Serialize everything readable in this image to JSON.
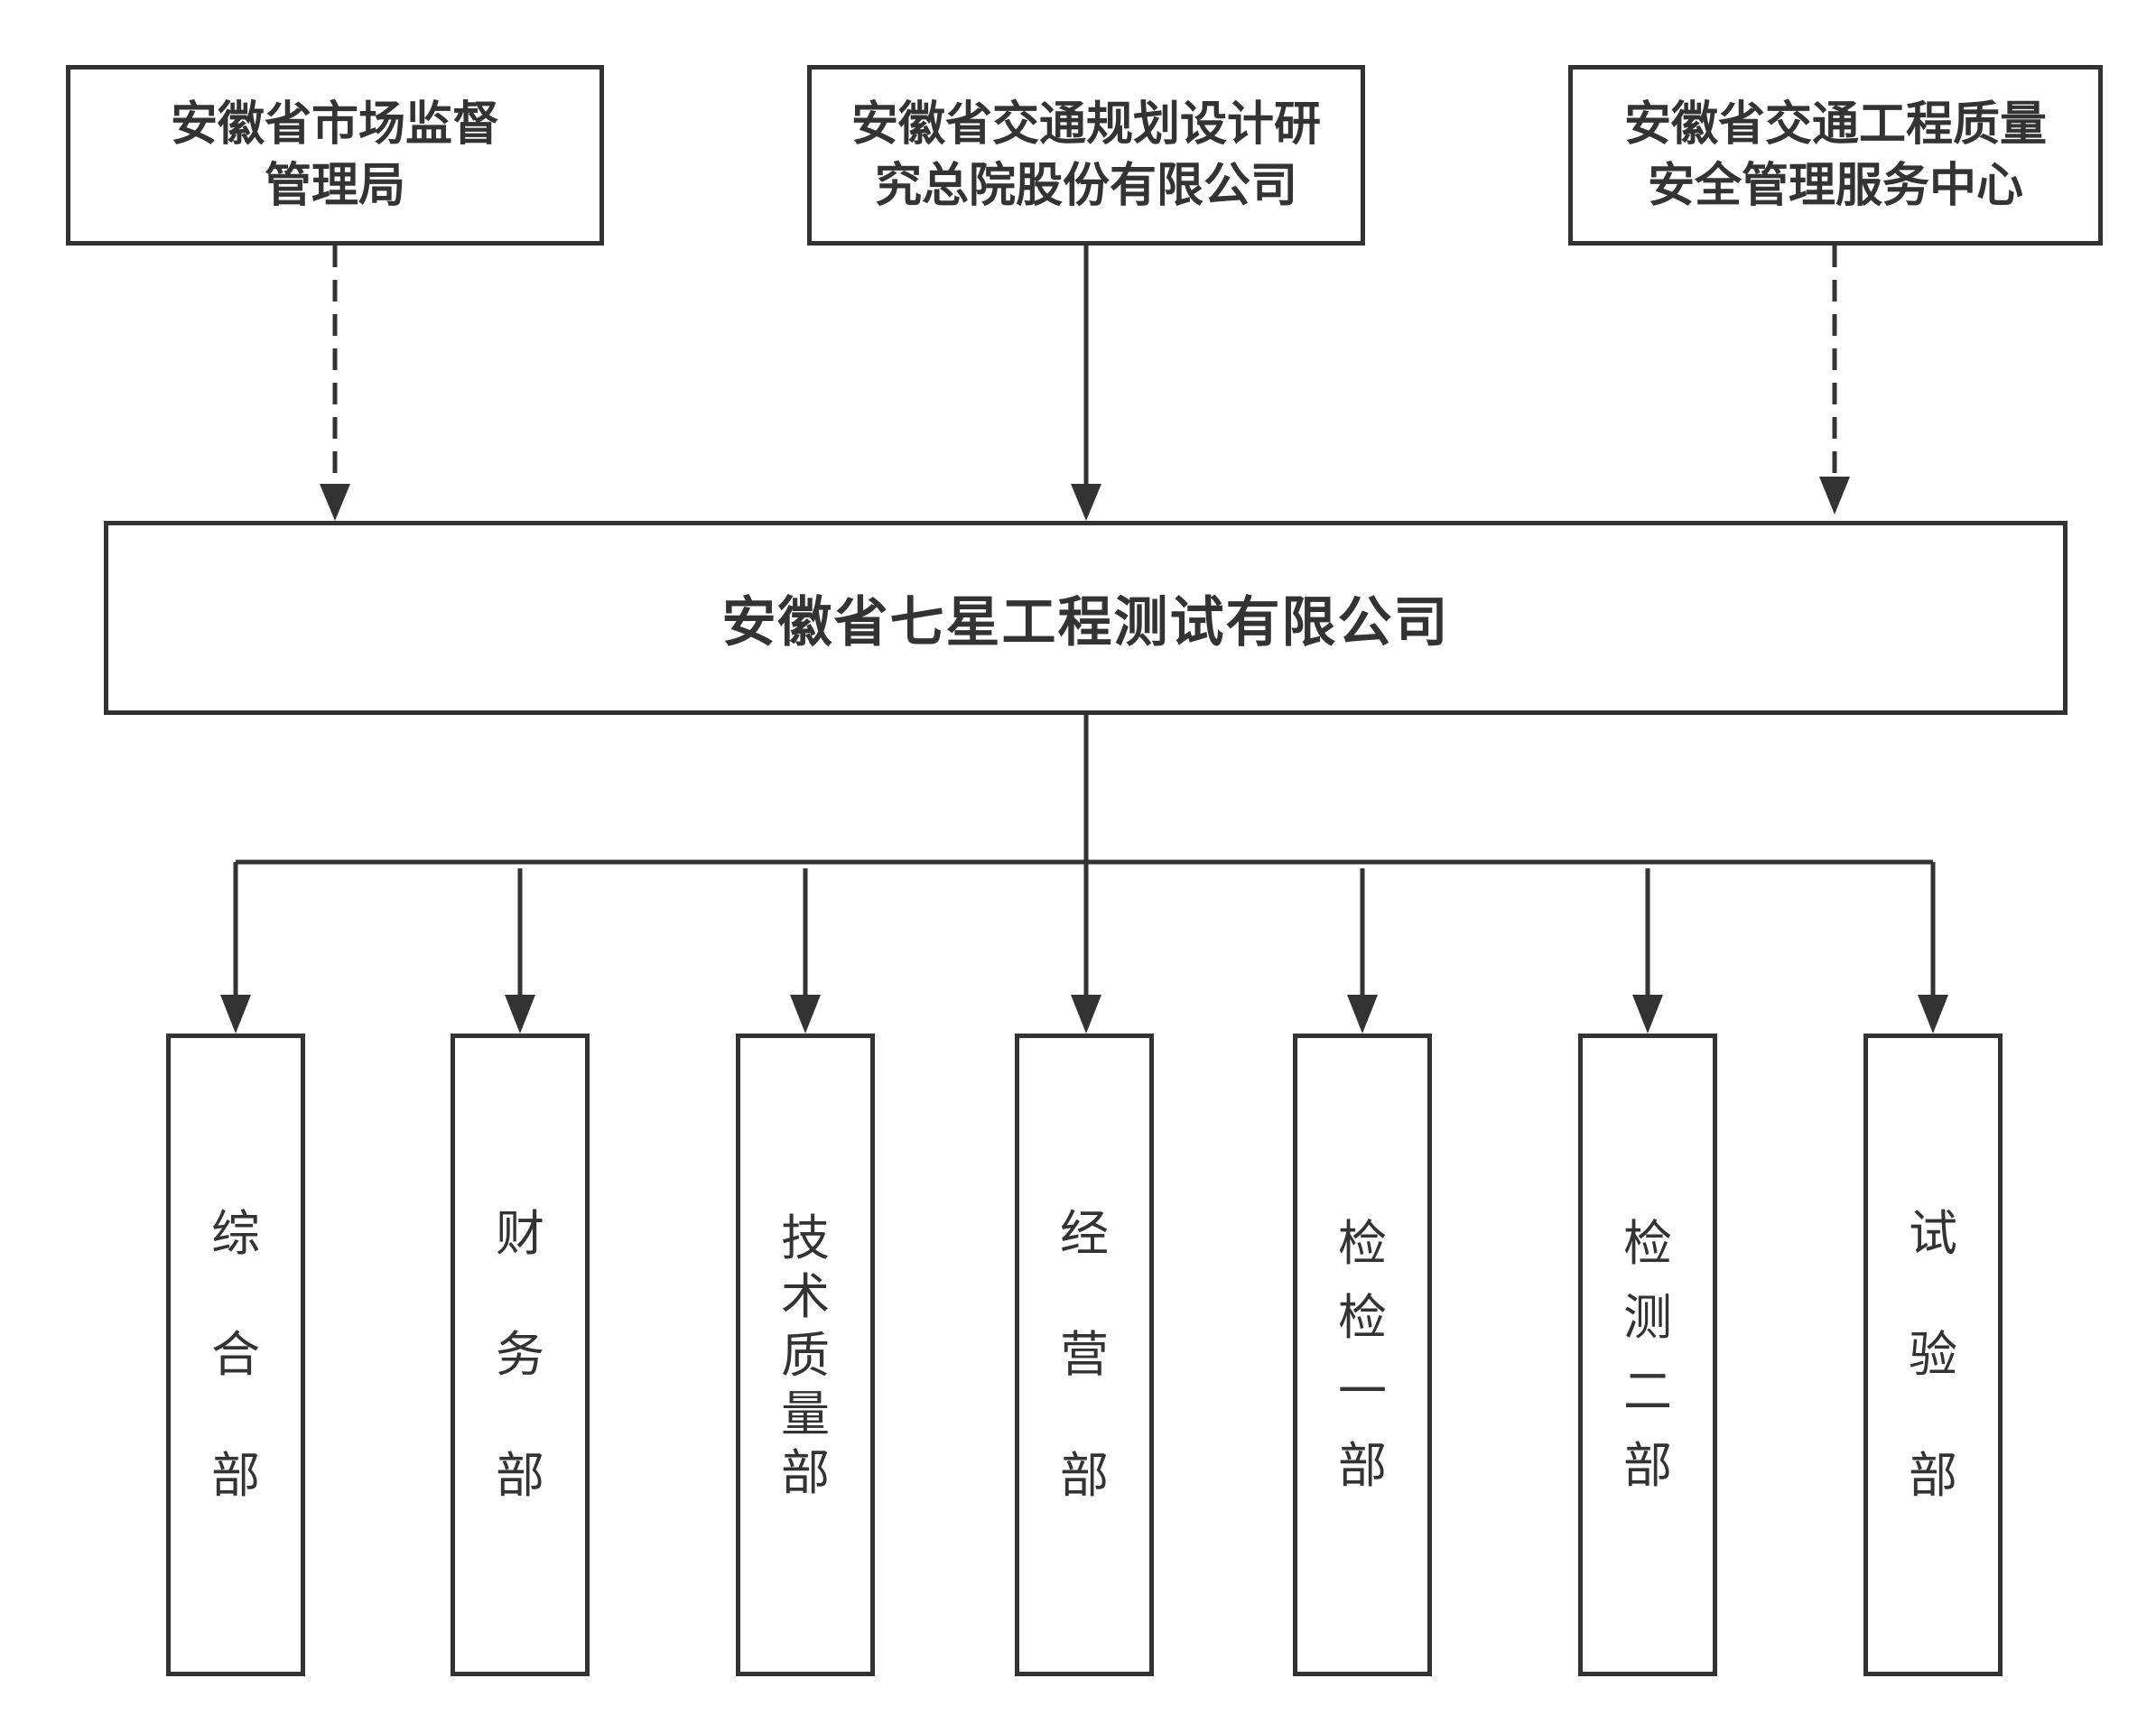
{
  "top_nodes": {
    "market_bureau": {
      "line1": "安徽省市场监督",
      "line2": "管理局"
    },
    "design_institute": {
      "line1": "安徽省交通规划设计研",
      "line2": "究总院股份有限公司"
    },
    "quality_center": {
      "line1": "安徽省交通工程质量",
      "line2": "安全管理服务中心"
    }
  },
  "main_node": {
    "label": "安徽省七星工程测试有限公司"
  },
  "departments": [
    {
      "chars": [
        "综",
        "合",
        "部"
      ]
    },
    {
      "chars": [
        "财",
        "务",
        "部"
      ]
    },
    {
      "chars": [
        "技",
        "术",
        "质",
        "量",
        "部"
      ]
    },
    {
      "chars": [
        "经",
        "营",
        "部"
      ]
    },
    {
      "chars": [
        "检",
        "检",
        "一",
        "部"
      ]
    },
    {
      "chars": [
        "检",
        "测",
        "二",
        "部"
      ]
    },
    {
      "chars": [
        "试",
        "验",
        "部"
      ]
    }
  ],
  "connections": [
    {
      "from": "market_bureau",
      "to": "main_node",
      "style": "dashed"
    },
    {
      "from": "design_institute",
      "to": "main_node",
      "style": "solid"
    },
    {
      "from": "quality_center",
      "to": "main_node",
      "style": "dashed"
    },
    {
      "from": "main_node",
      "to": "departments",
      "style": "solid"
    }
  ],
  "colors": {
    "stroke": "#333333",
    "background": "#ffffff",
    "text": "#333333"
  }
}
